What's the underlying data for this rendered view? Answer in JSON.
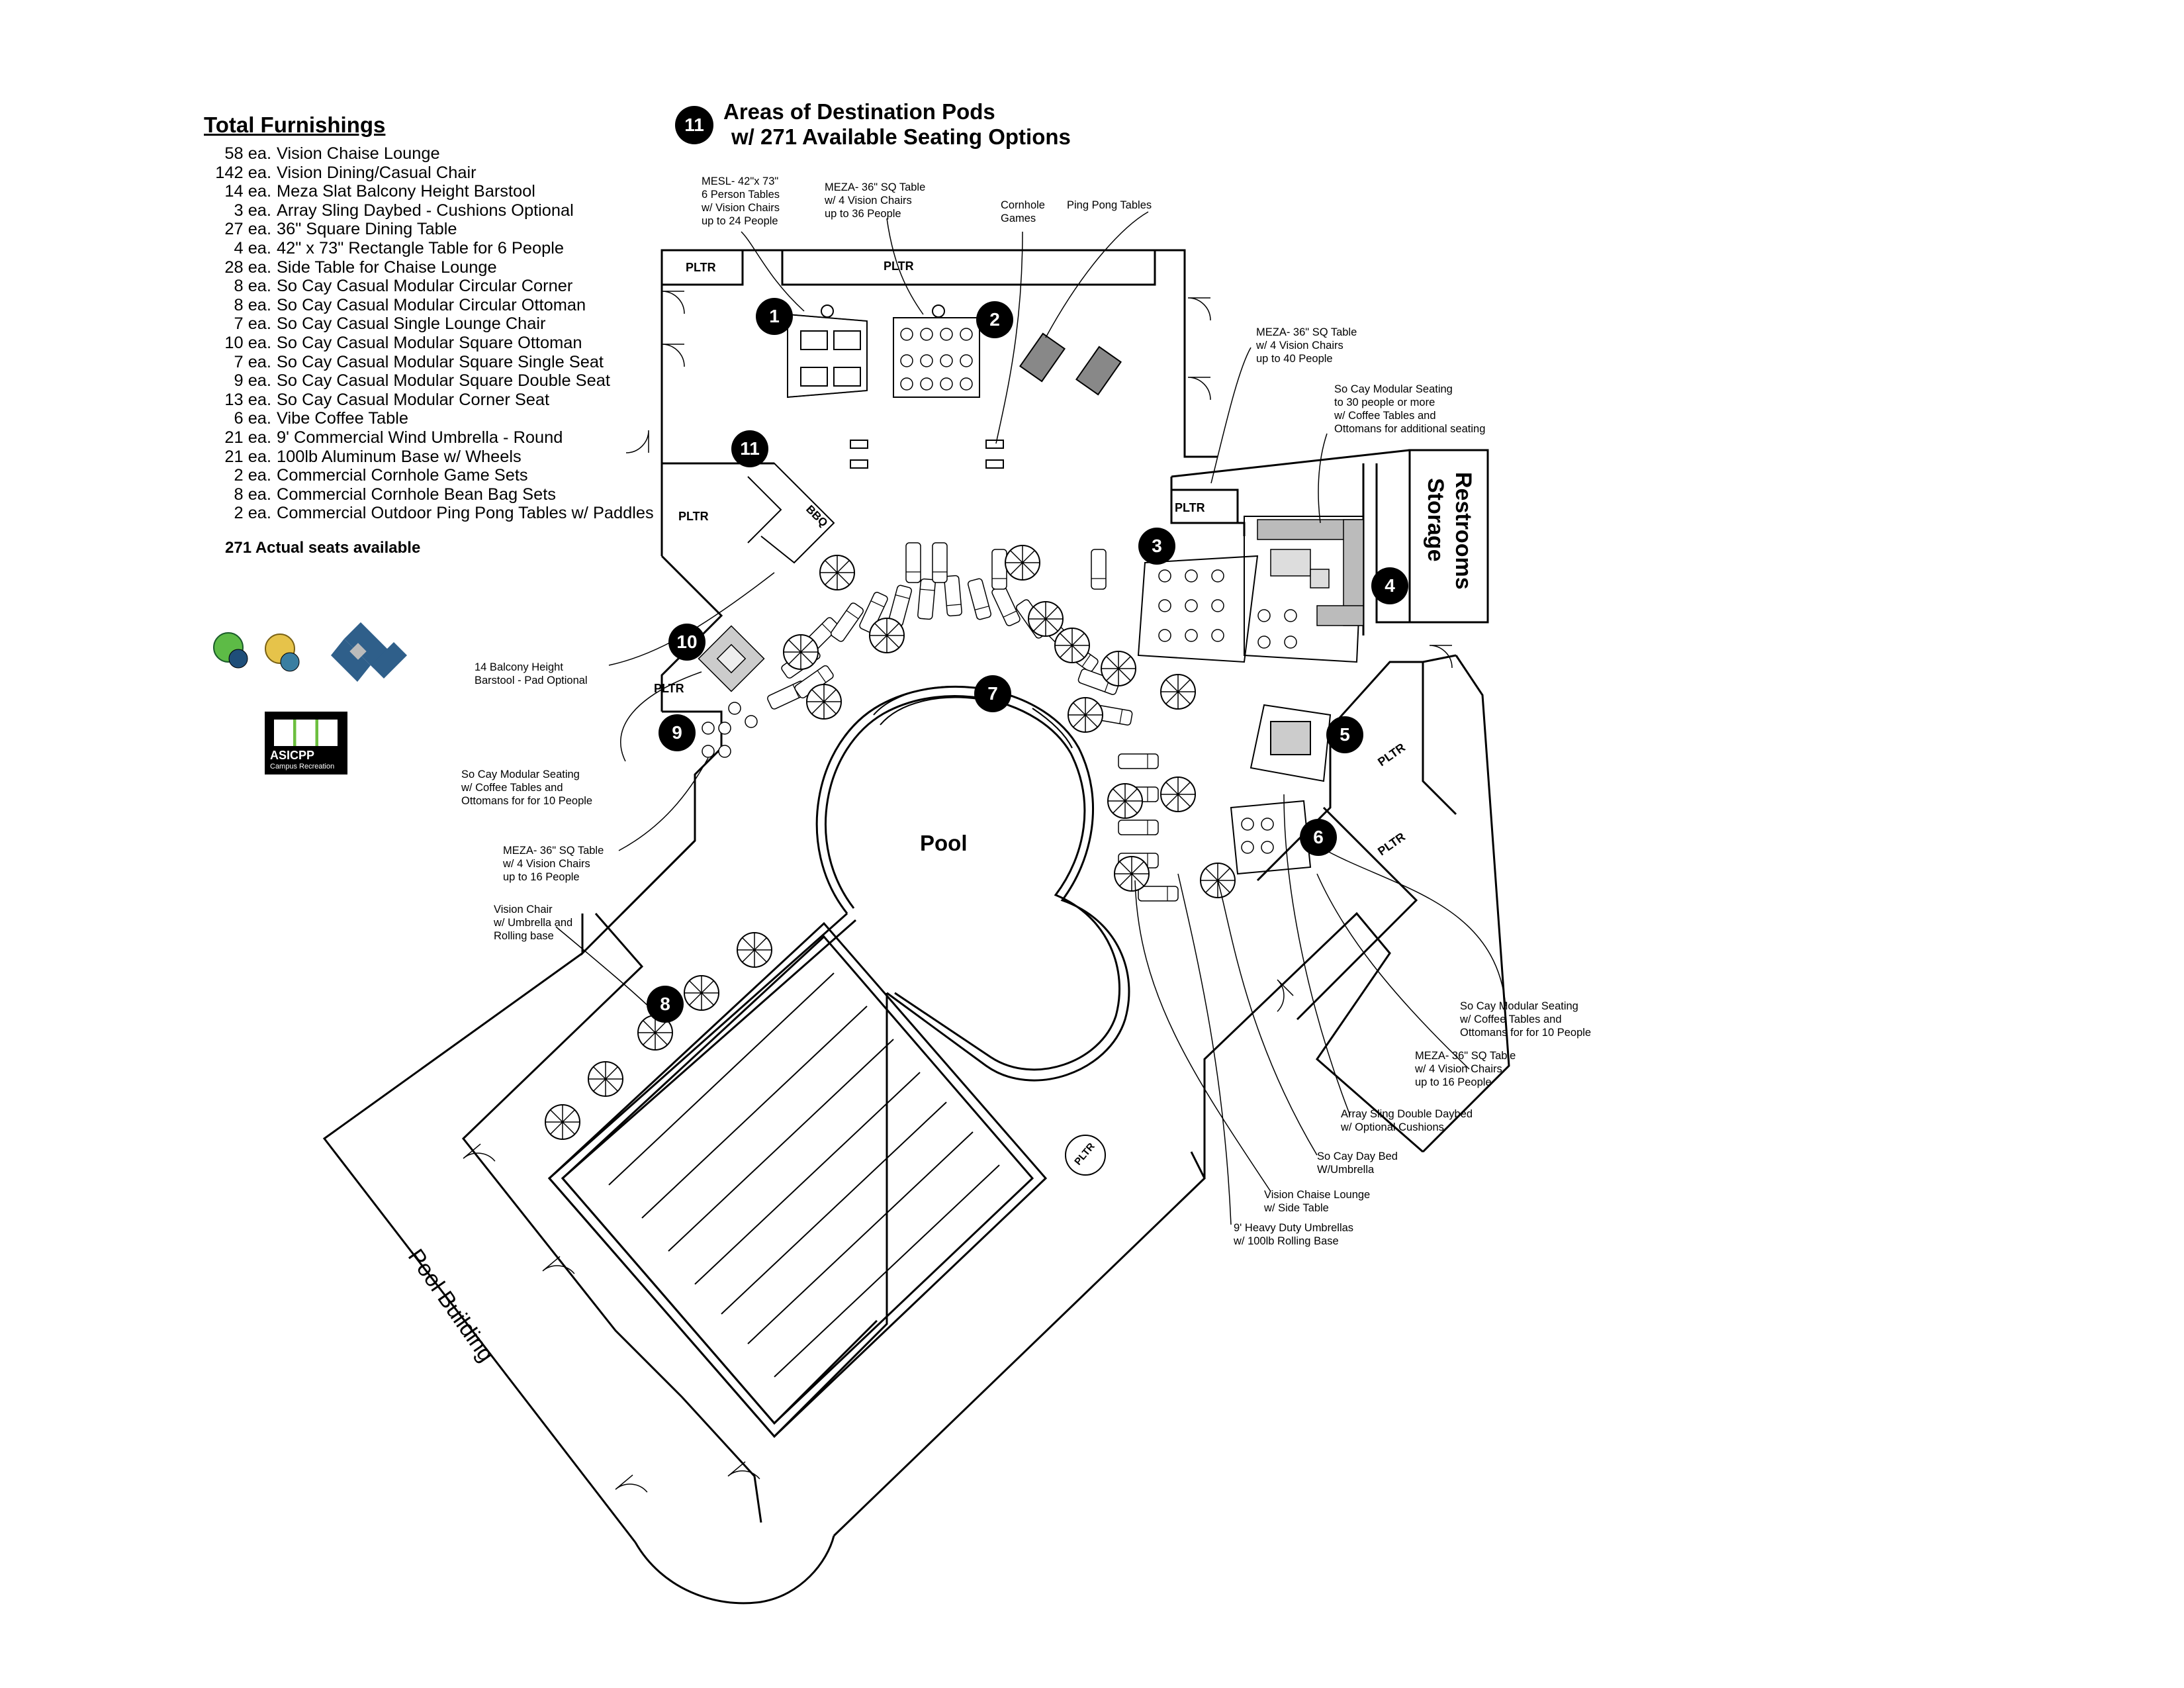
{
  "furnishings": {
    "title": "Total Furnishings",
    "items": [
      {
        "qty": "58 ea.",
        "desc": "Vision Chaise Lounge"
      },
      {
        "qty": "142 ea.",
        "desc": "Vision Dining/Casual Chair"
      },
      {
        "qty": "14 ea.",
        "desc": "Meza Slat Balcony Height Barstool"
      },
      {
        "qty": "3 ea.",
        "desc": "Array Sling Daybed - Cushions Optional"
      },
      {
        "qty": "27 ea.",
        "desc": "36\" Square Dining Table"
      },
      {
        "qty": "4 ea.",
        "desc": "42\" x 73\" Rectangle Table for 6 People"
      },
      {
        "qty": "28 ea.",
        "desc": "Side Table for Chaise Lounge"
      },
      {
        "qty": "8 ea.",
        "desc": "So Cay Casual Modular Circular Corner"
      },
      {
        "qty": "8 ea.",
        "desc": "So Cay Casual Modular Circular Ottoman"
      },
      {
        "qty": "7 ea.",
        "desc": "So Cay Casual Single Lounge Chair"
      },
      {
        "qty": "10 ea.",
        "desc": "So Cay Casual Modular Square Ottoman"
      },
      {
        "qty": "7 ea.",
        "desc": "So Cay Casual Modular Square Single Seat"
      },
      {
        "qty": "9 ea.",
        "desc": "So Cay Casual Modular Square Double Seat"
      },
      {
        "qty": "13 ea.",
        "desc": "So Cay Casual Modular Corner Seat"
      },
      {
        "qty": "6 ea.",
        "desc": "Vibe Coffee Table"
      },
      {
        "qty": "21 ea.",
        "desc": "9' Commercial Wind Umbrella - Round"
      },
      {
        "qty": "21 ea.",
        "desc": "100lb Aluminum Base w/ Wheels"
      },
      {
        "qty": "2 ea.",
        "desc": "Commercial Cornhole Game Sets"
      },
      {
        "qty": "8 ea.",
        "desc": "Commercial Cornhole Bean Bag Sets"
      },
      {
        "qty": "2 ea.",
        "desc": "Commercial Outdoor Ping Pong Tables w/ Paddles"
      }
    ],
    "total": "271 Actual seats available"
  },
  "header": {
    "badge": "11",
    "line1": "Areas of Destination Pods",
    "line2": "w/ 271 Available Seating Options"
  },
  "logo": {
    "name": "ASICPP",
    "sub": "Campus Recreation"
  },
  "rooms": {
    "pool": "Pool",
    "pool_building": "Pool Building",
    "restrooms": "Restrooms",
    "storage": "Storage",
    "pltr": "PLTR",
    "bbq": "BBQ"
  },
  "annotations": {
    "mesl": [
      "MESL- 42\"x 73\"",
      "6 Person Tables",
      "w/ Vision Chairs",
      "up to 24 People"
    ],
    "meza36": [
      "MEZA- 36\" SQ Table",
      "w/ 4 Vision Chairs",
      "up to 36 People"
    ],
    "cornhole": [
      "Cornhole",
      "Games"
    ],
    "pingpong": [
      "Ping Pong Tables"
    ],
    "meza40": [
      "MEZA- 36\" SQ Table",
      "w/ 4 Vision Chairs",
      "up to 40 People"
    ],
    "socay30": [
      "So Cay Modular Seating",
      "to 30 people or more",
      "w/ Coffee Tables and",
      "Ottomans for additional seating"
    ],
    "barstool": [
      "14 Balcony Height",
      "Barstool - Pad Optional"
    ],
    "socay10a": [
      "So Cay Modular Seating",
      "w/ Coffee Tables and",
      "Ottomans for for 10 People"
    ],
    "meza16a": [
      "MEZA- 36\" SQ Table",
      "w/ 4 Vision Chairs",
      "up to 16 People"
    ],
    "visionchair": [
      "Vision Chair",
      "w/ Umbrella and",
      "Rolling base"
    ],
    "socay10b": [
      "So Cay Modular Seating",
      "w/ Coffee Tables and",
      "Ottomans for for 10 People"
    ],
    "meza16b": [
      "MEZA- 36\" SQ Table",
      "w/ 4 Vision Chairs",
      "up to 16 People"
    ],
    "array": [
      "Array Sling Double Daybed",
      "w/ Optional Cushions"
    ],
    "daybed": [
      "So Cay Day Bed",
      "W/Umbrella"
    ],
    "chaise": [
      "Vision Chaise Lounge",
      "w/ Side Table"
    ],
    "umbrella": [
      "9' Heavy Duty Umbrellas",
      "w/ 100lb Rolling Base"
    ]
  },
  "pods": [
    "1",
    "2",
    "3",
    "4",
    "5",
    "6",
    "7",
    "8",
    "9",
    "10",
    "11"
  ]
}
